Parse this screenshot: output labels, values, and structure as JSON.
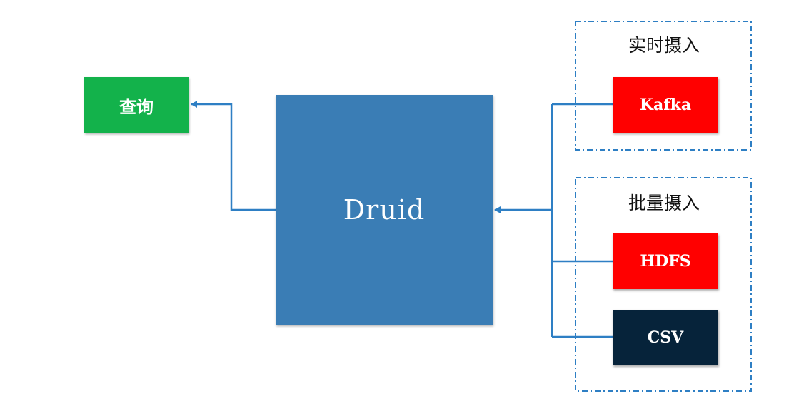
{
  "query": {
    "label": "查询"
  },
  "engine": {
    "label": "Druid"
  },
  "groups": {
    "realtime": {
      "title": "实时摄入",
      "sources": [
        "Kafka"
      ]
    },
    "batch": {
      "title": "批量摄入",
      "sources": [
        "HDFS",
        "CSV"
      ]
    }
  },
  "colors": {
    "query": "#13b24b",
    "engine": "#3a7db5",
    "source_red": "#ff0000",
    "source_dark": "#06233a",
    "connector": "#2e7fc4"
  }
}
